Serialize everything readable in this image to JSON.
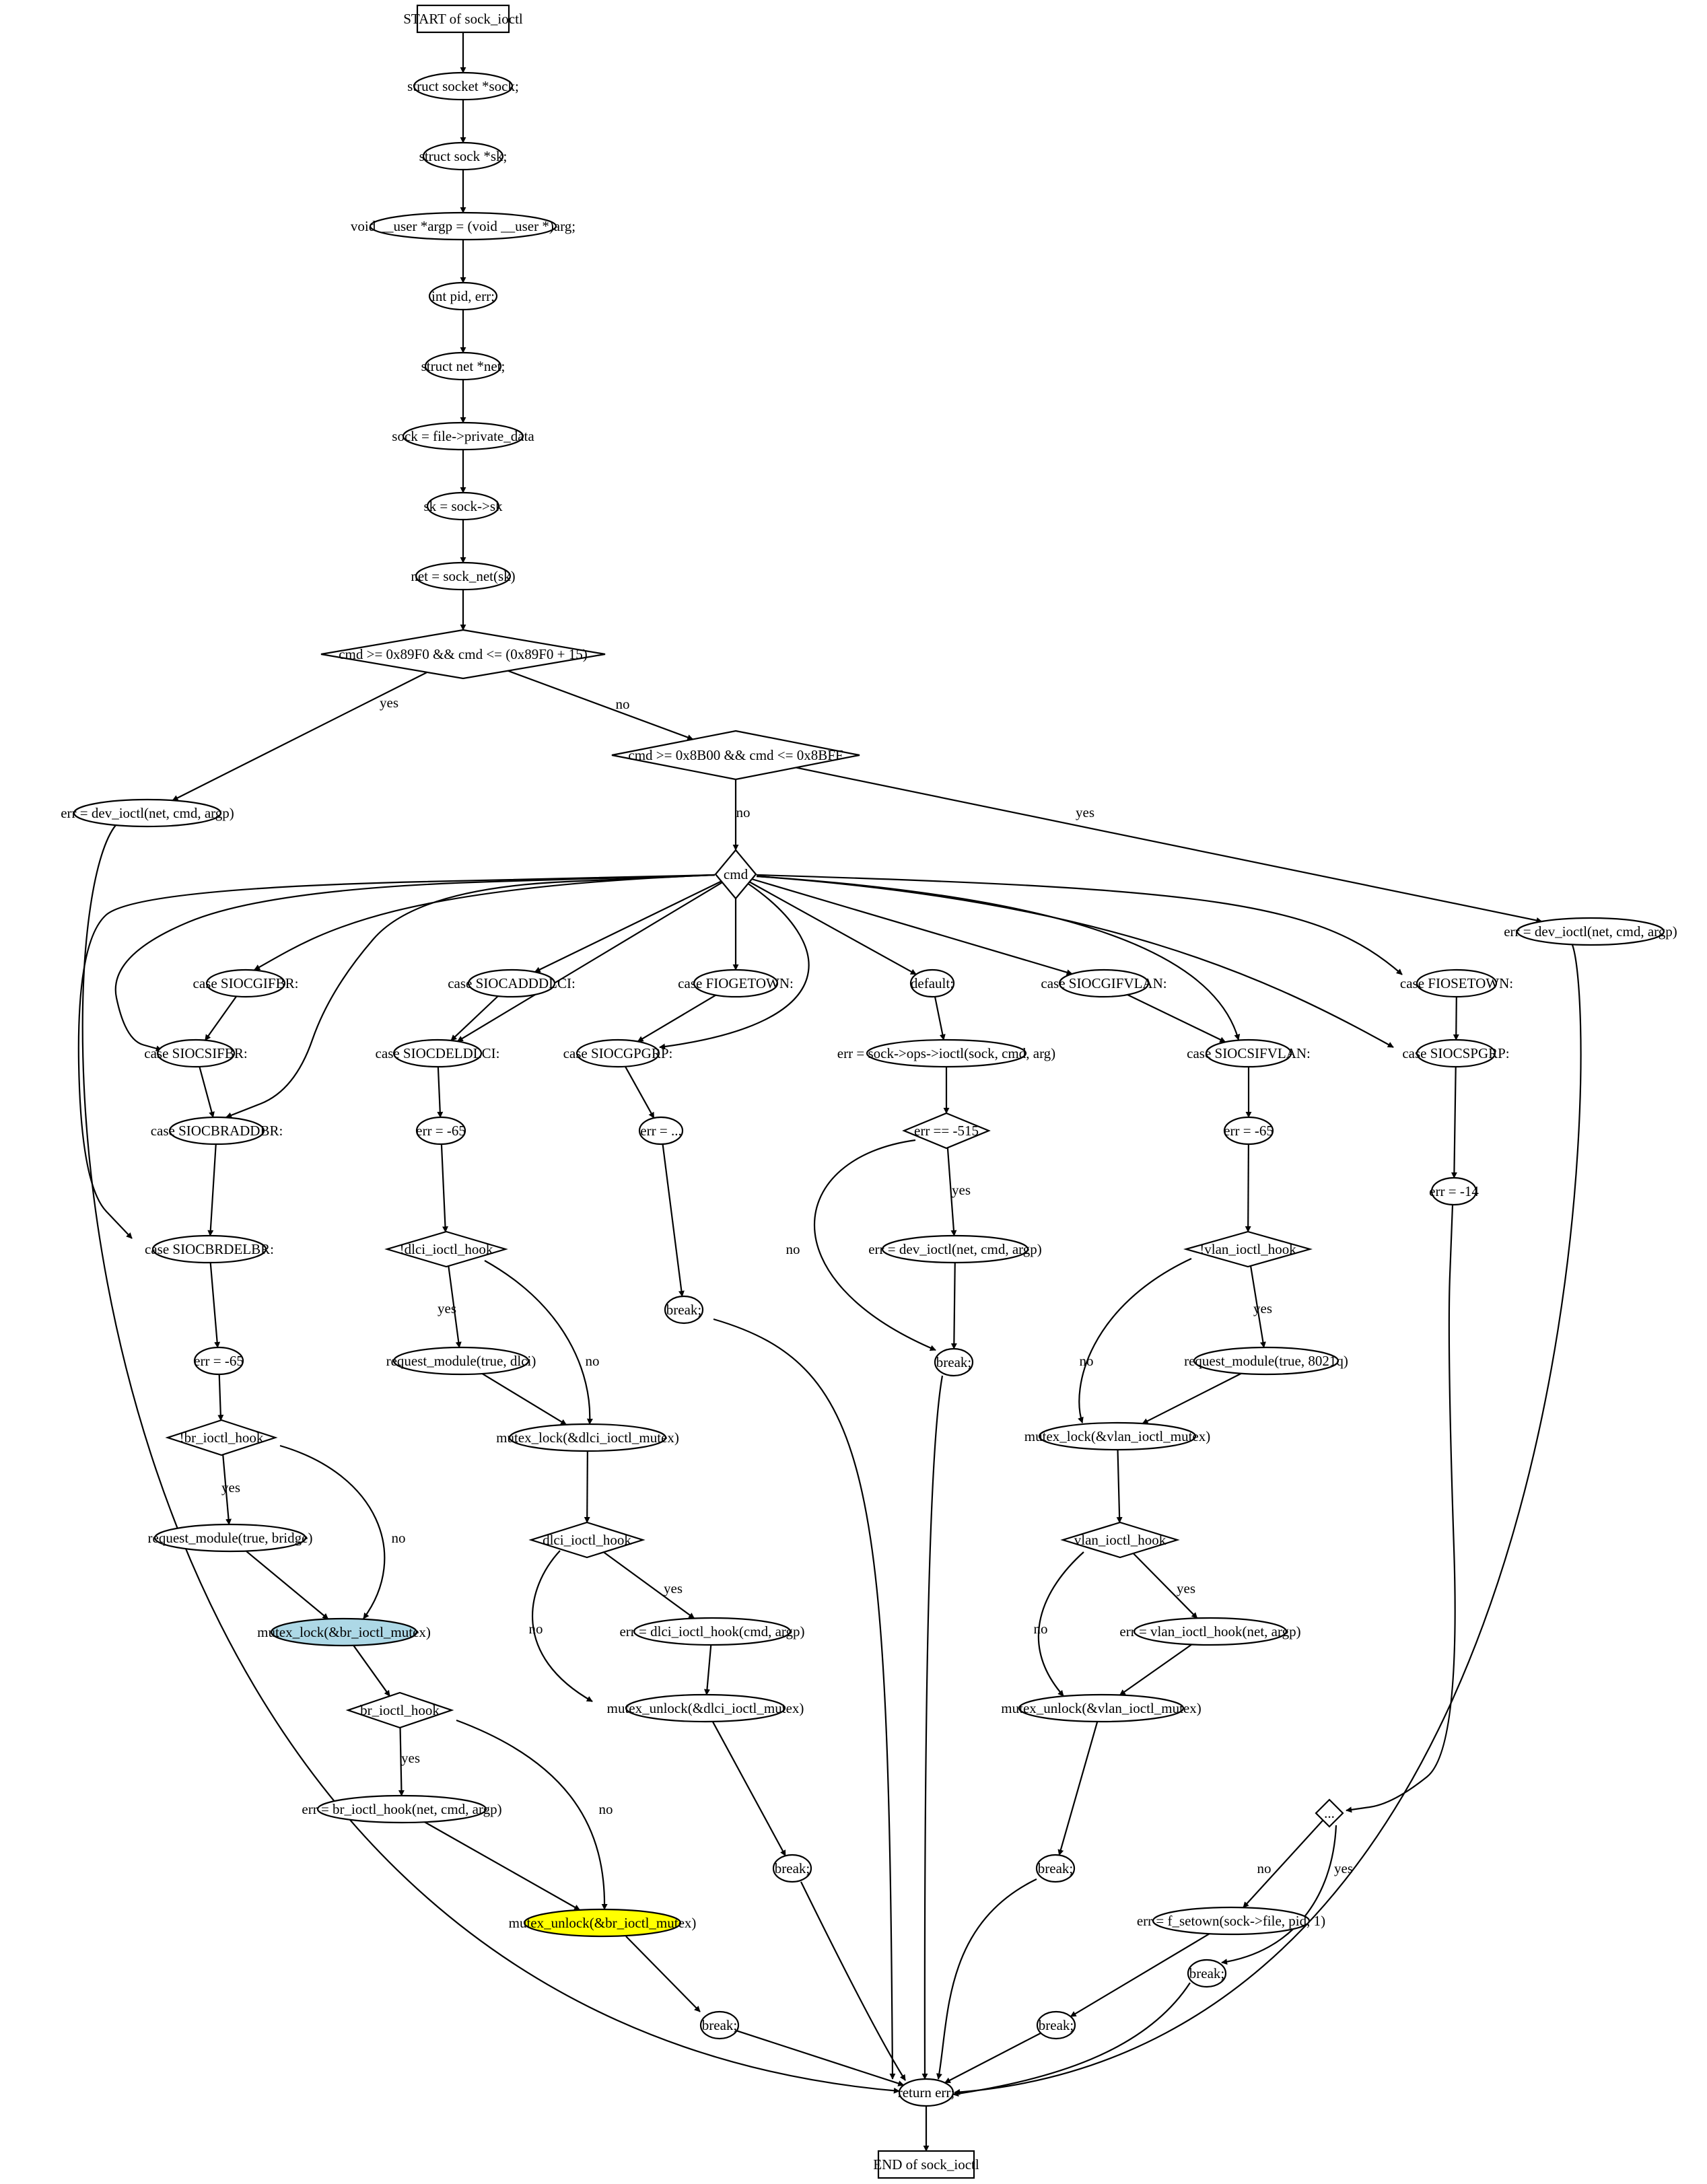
{
  "colors": {
    "highlight_blue": "#add8e6",
    "highlight_yellow": "#ffff00",
    "ink": "#000000",
    "paper": "#ffffff"
  },
  "nodes": [
    {
      "id": "start",
      "shape": "box",
      "label": "START of sock_ioctl"
    },
    {
      "id": "n1",
      "shape": "ellipse",
      "label": "struct socket *sock;"
    },
    {
      "id": "n2",
      "shape": "ellipse",
      "label": "struct sock *sk;"
    },
    {
      "id": "n3",
      "shape": "ellipse",
      "label": "void __user *argp = (void __user *)arg;"
    },
    {
      "id": "n4",
      "shape": "ellipse",
      "label": "int pid, err;"
    },
    {
      "id": "n5",
      "shape": "ellipse",
      "label": "struct net *net;"
    },
    {
      "id": "n6",
      "shape": "ellipse",
      "label": "sock = file->private_data"
    },
    {
      "id": "n7",
      "shape": "ellipse",
      "label": "sk = sock->sk"
    },
    {
      "id": "n8",
      "shape": "ellipse",
      "label": "net = sock_net(sk)"
    },
    {
      "id": "d1",
      "shape": "diamond",
      "label": "cmd >= 0x89F0 && cmd <= (0x89F0 + 15)"
    },
    {
      "id": "d2",
      "shape": "diamond",
      "label": "cmd >= 0x8B00 && cmd <= 0x8BFF"
    },
    {
      "id": "e1",
      "shape": "ellipse",
      "label": "err = dev_ioctl(net, cmd, argp)"
    },
    {
      "id": "sw",
      "shape": "diamond",
      "label": "cmd"
    },
    {
      "id": "e2",
      "shape": "ellipse",
      "label": "err = dev_ioctl(net, cmd, argp)"
    },
    {
      "id": "cgifbr",
      "shape": "ellipse",
      "label": "case SIOCGIFBR:"
    },
    {
      "id": "caddd",
      "shape": "ellipse",
      "label": "case SIOCADDDLCI:"
    },
    {
      "id": "cfget",
      "shape": "ellipse",
      "label": "case FIOGETOWN:"
    },
    {
      "id": "cdef",
      "shape": "ellipse",
      "label": "default:"
    },
    {
      "id": "cgvlan",
      "shape": "ellipse",
      "label": "case SIOCGIFVLAN:"
    },
    {
      "id": "cfset",
      "shape": "ellipse",
      "label": "case FIOSETOWN:"
    },
    {
      "id": "csifbr",
      "shape": "ellipse",
      "label": "case SIOCSIFBR:"
    },
    {
      "id": "cdeld",
      "shape": "ellipse",
      "label": "case SIOCDELDLCI:"
    },
    {
      "id": "cgpgrp",
      "shape": "ellipse",
      "label": "case SIOCGPGRP:"
    },
    {
      "id": "eops",
      "shape": "ellipse",
      "label": "err = sock->ops->ioctl(sock, cmd, arg)"
    },
    {
      "id": "csvlan",
      "shape": "ellipse",
      "label": "case SIOCSIFVLAN:"
    },
    {
      "id": "cspgrp",
      "shape": "ellipse",
      "label": "case SIOCSPGRP:"
    },
    {
      "id": "cbradd",
      "shape": "ellipse",
      "label": "case SIOCBRADDBR:"
    },
    {
      "id": "err65d",
      "shape": "ellipse",
      "label": "err = -65"
    },
    {
      "id": "errdots",
      "shape": "ellipse",
      "label": "err = ..."
    },
    {
      "id": "d515",
      "shape": "diamond",
      "label": "err == -515"
    },
    {
      "id": "err65v",
      "shape": "ellipse",
      "label": "err = -65"
    },
    {
      "id": "err14",
      "shape": "ellipse",
      "label": "err = -14"
    },
    {
      "id": "cbrdel",
      "shape": "ellipse",
      "label": "case SIOCBRDELBR:"
    },
    {
      "id": "ddlci",
      "shape": "diamond",
      "label": "!dlci_ioctl_hook"
    },
    {
      "id": "edev3",
      "shape": "ellipse",
      "label": "err = dev_ioctl(net, cmd, argp)"
    },
    {
      "id": "dvlan",
      "shape": "diamond",
      "label": "!vlan_ioctl_hook"
    },
    {
      "id": "brk1",
      "shape": "ellipse",
      "label": "break;"
    },
    {
      "id": "err65b",
      "shape": "ellipse",
      "label": "err = -65"
    },
    {
      "id": "reqdlci",
      "shape": "ellipse",
      "label": "request_module(true, dlci)"
    },
    {
      "id": "brk2",
      "shape": "ellipse",
      "label": "break;"
    },
    {
      "id": "reqvlan",
      "shape": "ellipse",
      "label": "request_module(true, 8021q)"
    },
    {
      "id": "dbr",
      "shape": "diamond",
      "label": "!br_ioctl_hook"
    },
    {
      "id": "mldlci",
      "shape": "ellipse",
      "label": "mutex_lock(&dlci_ioctl_mutex)"
    },
    {
      "id": "mlvlan",
      "shape": "ellipse",
      "label": "mutex_lock(&vlan_ioctl_mutex)"
    },
    {
      "id": "reqbr",
      "shape": "ellipse",
      "label": "request_module(true, bridge)"
    },
    {
      "id": "hdlci",
      "shape": "diamond",
      "label": "dlci_ioctl_hook"
    },
    {
      "id": "hvlan",
      "shape": "diamond",
      "label": "vlan_ioctl_hook"
    },
    {
      "id": "mlbr",
      "shape": "ellipse",
      "label": "mutex_lock(&br_ioctl_mutex)",
      "fill": "#add8e6"
    },
    {
      "id": "edlci",
      "shape": "ellipse",
      "label": "err = dlci_ioctl_hook(cmd, argp)"
    },
    {
      "id": "evlan",
      "shape": "ellipse",
      "label": "err = vlan_ioctl_hook(net, argp)"
    },
    {
      "id": "hbr",
      "shape": "diamond",
      "label": "br_ioctl_hook"
    },
    {
      "id": "mudlci",
      "shape": "ellipse",
      "label": "mutex_unlock(&dlci_ioctl_mutex)"
    },
    {
      "id": "muvlan",
      "shape": "ellipse",
      "label": "mutex_unlock(&vlan_ioctl_mutex)"
    },
    {
      "id": "ebr",
      "shape": "ellipse",
      "label": "err = br_ioctl_hook(net, cmd, argp)"
    },
    {
      "id": "ddots",
      "shape": "diamond",
      "label": "..."
    },
    {
      "id": "brk3",
      "shape": "ellipse",
      "label": "break;"
    },
    {
      "id": "brk4",
      "shape": "ellipse",
      "label": "break;"
    },
    {
      "id": "efset",
      "shape": "ellipse",
      "label": "err = f_setown(sock->file, pid, 1)"
    },
    {
      "id": "mubr",
      "shape": "ellipse",
      "label": "mutex_unlock(&br_ioctl_mutex)",
      "fill": "#ffff00"
    },
    {
      "id": "brk5",
      "shape": "ellipse",
      "label": "break;"
    },
    {
      "id": "brk6",
      "shape": "ellipse",
      "label": "break;"
    },
    {
      "id": "brk7",
      "shape": "ellipse",
      "label": "break;"
    },
    {
      "id": "ret",
      "shape": "ellipse",
      "label": "return err;"
    },
    {
      "id": "end",
      "shape": "box",
      "label": "END of sock_ioctl"
    }
  ],
  "edges": [
    {
      "from": "start",
      "to": "n1",
      "label": ""
    },
    {
      "from": "n1",
      "to": "n2",
      "label": ""
    },
    {
      "from": "n2",
      "to": "n3",
      "label": ""
    },
    {
      "from": "n3",
      "to": "n4",
      "label": ""
    },
    {
      "from": "n4",
      "to": "n5",
      "label": ""
    },
    {
      "from": "n5",
      "to": "n6",
      "label": ""
    },
    {
      "from": "n6",
      "to": "n7",
      "label": ""
    },
    {
      "from": "n7",
      "to": "n8",
      "label": ""
    },
    {
      "from": "n8",
      "to": "d1",
      "label": ""
    },
    {
      "from": "d1",
      "to": "e1",
      "label": "yes"
    },
    {
      "from": "d1",
      "to": "d2",
      "label": "no"
    },
    {
      "from": "d2",
      "to": "sw",
      "label": "no"
    },
    {
      "from": "d2",
      "to": "e2",
      "label": "yes"
    },
    {
      "from": "e1",
      "to": "ret",
      "label": ""
    },
    {
      "from": "e2",
      "to": "ret",
      "label": ""
    },
    {
      "from": "sw",
      "to": "cgifbr",
      "label": ""
    },
    {
      "from": "sw",
      "to": "csifbr",
      "label": ""
    },
    {
      "from": "sw",
      "to": "cbradd",
      "label": ""
    },
    {
      "from": "sw",
      "to": "cbrdel",
      "label": ""
    },
    {
      "from": "sw",
      "to": "caddd",
      "label": ""
    },
    {
      "from": "sw",
      "to": "cdeld",
      "label": ""
    },
    {
      "from": "sw",
      "to": "cfget",
      "label": ""
    },
    {
      "from": "sw",
      "to": "cgpgrp",
      "label": ""
    },
    {
      "from": "sw",
      "to": "cdef",
      "label": ""
    },
    {
      "from": "sw",
      "to": "cgvlan",
      "label": ""
    },
    {
      "from": "sw",
      "to": "csvlan",
      "label": ""
    },
    {
      "from": "sw",
      "to": "cfset",
      "label": ""
    },
    {
      "from": "sw",
      "to": "cspgrp",
      "label": ""
    },
    {
      "from": "cgifbr",
      "to": "csifbr",
      "label": ""
    },
    {
      "from": "csifbr",
      "to": "cbradd",
      "label": ""
    },
    {
      "from": "cbradd",
      "to": "cbrdel",
      "label": ""
    },
    {
      "from": "cbrdel",
      "to": "err65b",
      "label": ""
    },
    {
      "from": "err65b",
      "to": "dbr",
      "label": ""
    },
    {
      "from": "dbr",
      "to": "reqbr",
      "label": "yes"
    },
    {
      "from": "dbr",
      "to": "mlbr",
      "label": "no"
    },
    {
      "from": "reqbr",
      "to": "mlbr",
      "label": ""
    },
    {
      "from": "mlbr",
      "to": "hbr",
      "label": ""
    },
    {
      "from": "hbr",
      "to": "ebr",
      "label": "yes"
    },
    {
      "from": "hbr",
      "to": "mubr",
      "label": "no"
    },
    {
      "from": "ebr",
      "to": "mubr",
      "label": ""
    },
    {
      "from": "mubr",
      "to": "brk7",
      "label": ""
    },
    {
      "from": "brk7",
      "to": "ret",
      "label": ""
    },
    {
      "from": "caddd",
      "to": "cdeld",
      "label": ""
    },
    {
      "from": "cdeld",
      "to": "err65d",
      "label": ""
    },
    {
      "from": "err65d",
      "to": "ddlci",
      "label": ""
    },
    {
      "from": "ddlci",
      "to": "reqdlci",
      "label": "yes"
    },
    {
      "from": "ddlci",
      "to": "mldlci",
      "label": "no"
    },
    {
      "from": "reqdlci",
      "to": "mldlci",
      "label": ""
    },
    {
      "from": "mldlci",
      "to": "hdlci",
      "label": ""
    },
    {
      "from": "hdlci",
      "to": "edlci",
      "label": "yes"
    },
    {
      "from": "hdlci",
      "to": "mudlci",
      "label": "no"
    },
    {
      "from": "edlci",
      "to": "mudlci",
      "label": ""
    },
    {
      "from": "mudlci",
      "to": "brk3",
      "label": ""
    },
    {
      "from": "brk3",
      "to": "ret",
      "label": ""
    },
    {
      "from": "cfget",
      "to": "cgpgrp",
      "label": ""
    },
    {
      "from": "cgpgrp",
      "to": "errdots",
      "label": ""
    },
    {
      "from": "errdots",
      "to": "brk1",
      "label": ""
    },
    {
      "from": "brk1",
      "to": "ret",
      "label": ""
    },
    {
      "from": "cdef",
      "to": "eops",
      "label": ""
    },
    {
      "from": "eops",
      "to": "d515",
      "label": ""
    },
    {
      "from": "d515",
      "to": "edev3",
      "label": "yes"
    },
    {
      "from": "d515",
      "to": "brk2",
      "label": "no"
    },
    {
      "from": "edev3",
      "to": "brk2",
      "label": ""
    },
    {
      "from": "brk2",
      "to": "ret",
      "label": ""
    },
    {
      "from": "cgvlan",
      "to": "csvlan",
      "label": ""
    },
    {
      "from": "csvlan",
      "to": "err65v",
      "label": ""
    },
    {
      "from": "err65v",
      "to": "dvlan",
      "label": ""
    },
    {
      "from": "dvlan",
      "to": "reqvlan",
      "label": "yes"
    },
    {
      "from": "dvlan",
      "to": "mlvlan",
      "label": "no"
    },
    {
      "from": "reqvlan",
      "to": "mlvlan",
      "label": ""
    },
    {
      "from": "mlvlan",
      "to": "hvlan",
      "label": ""
    },
    {
      "from": "hvlan",
      "to": "evlan",
      "label": "yes"
    },
    {
      "from": "hvlan",
      "to": "muvlan",
      "label": "no"
    },
    {
      "from": "evlan",
      "to": "muvlan",
      "label": ""
    },
    {
      "from": "muvlan",
      "to": "brk4",
      "label": ""
    },
    {
      "from": "brk4",
      "to": "ret",
      "label": ""
    },
    {
      "from": "cfset",
      "to": "cspgrp",
      "label": ""
    },
    {
      "from": "cspgrp",
      "to": "err14",
      "label": ""
    },
    {
      "from": "err14",
      "to": "ddots",
      "label": ""
    },
    {
      "from": "ddots",
      "to": "efset",
      "label": "no"
    },
    {
      "from": "ddots",
      "to": "brk6",
      "label": "yes"
    },
    {
      "from": "efset",
      "to": "brk5",
      "label": ""
    },
    {
      "from": "brk5",
      "to": "ret",
      "label": ""
    },
    {
      "from": "brk6",
      "to": "ret",
      "label": ""
    },
    {
      "from": "ret",
      "to": "end",
      "label": ""
    }
  ]
}
